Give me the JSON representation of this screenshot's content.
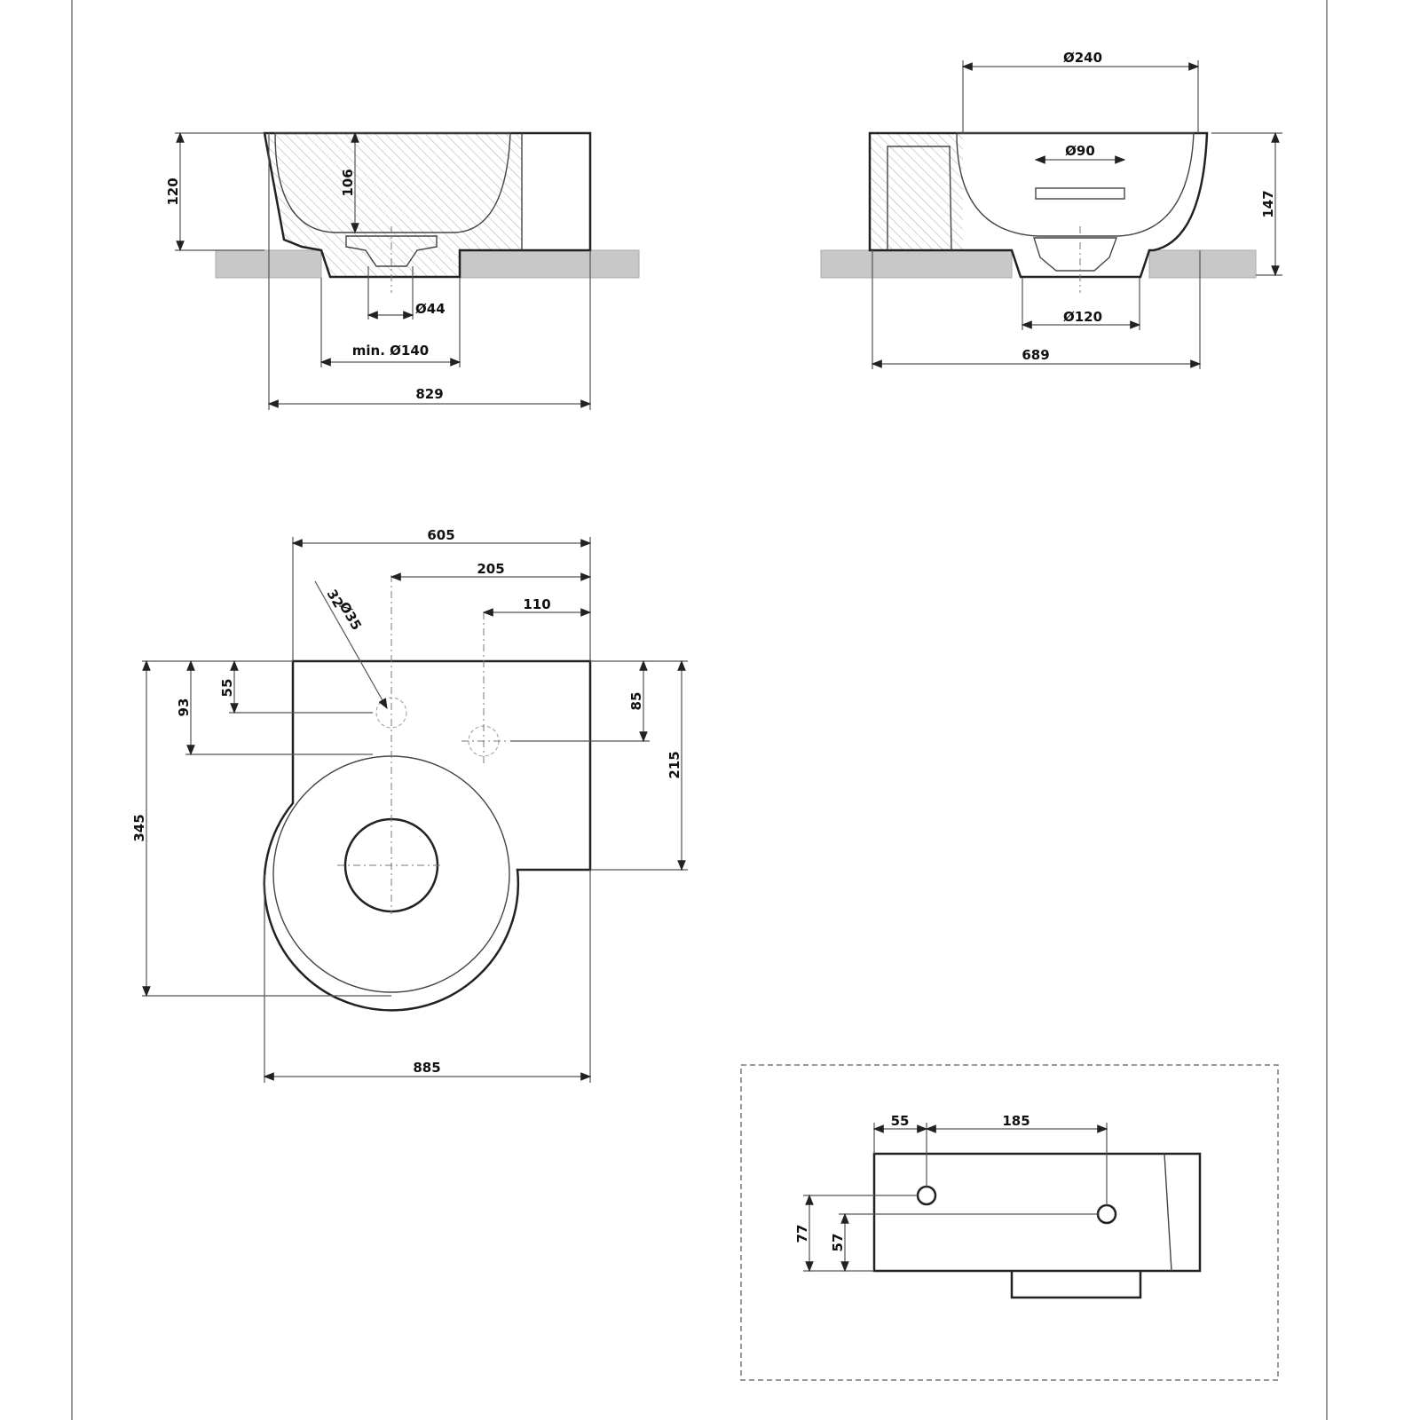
{
  "views": {
    "front_section": {
      "height_total": "120",
      "basin_depth": "106",
      "drain_diameter": "Ø44",
      "hole_min": "min. Ø140",
      "width": "829"
    },
    "side_section": {
      "bowl_diameter": "Ø240",
      "overflow_width": "Ø90",
      "height": "147",
      "drain_base": "Ø120",
      "depth": "689"
    },
    "plan": {
      "width_top": "605",
      "tap_to_edge": "205",
      "hole2_to_edge": "110",
      "tap_hole_diameter": "Ø35",
      "tap_hole_alt": "32",
      "tap_from_back": "55",
      "bowl_from_back": "93",
      "hole2_from_back": "85",
      "rect_depth": "215",
      "total_depth": "345",
      "total_width": "885"
    },
    "wall_view": {
      "fix_left": "55",
      "fix_spacing": "185",
      "fix_height_1": "77",
      "fix_height_2": "57"
    }
  }
}
